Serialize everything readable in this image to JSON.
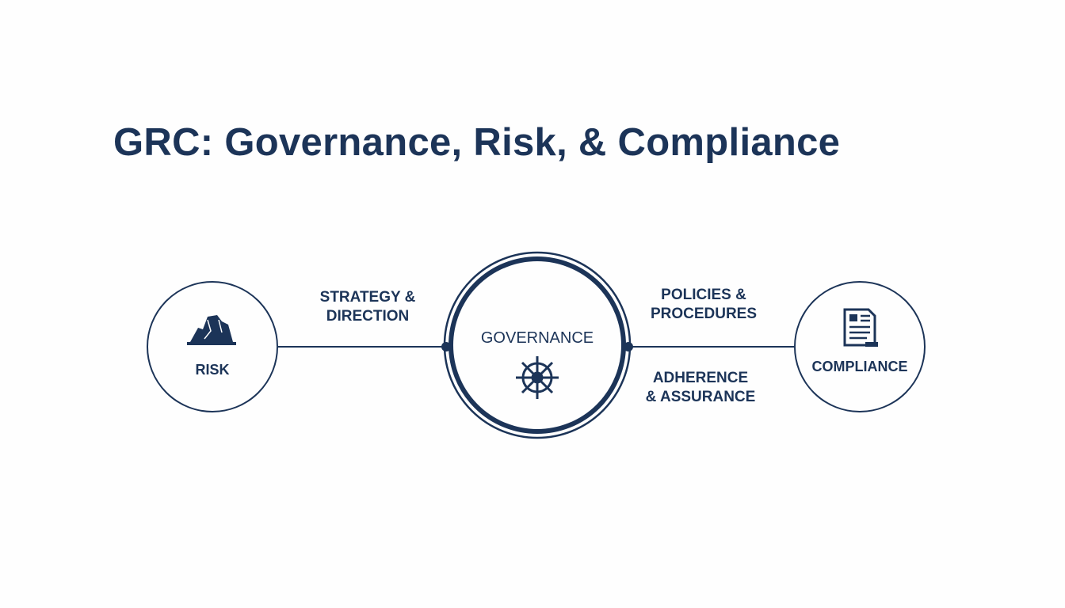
{
  "title": "GRC: Governance, Risk, & Compliance",
  "colors": {
    "primary": "#1c3458",
    "background": "#fefefe"
  },
  "nodes": {
    "risk": {
      "label": "RISK",
      "icon": "iceberg-icon"
    },
    "governance": {
      "label": "GOVERNANCE",
      "icon": "ship-wheel-icon"
    },
    "compliance": {
      "label": "COMPLIANCE",
      "icon": "document-icon"
    }
  },
  "connectors": {
    "strategy": {
      "line1": "STRATEGY &",
      "line2": "DIRECTION"
    },
    "policies": {
      "line1": "POLICIES &",
      "line2": "PROCEDURES"
    },
    "adherence": {
      "line1": "ADHERENCE",
      "line2": "& ASSURANCE"
    }
  }
}
